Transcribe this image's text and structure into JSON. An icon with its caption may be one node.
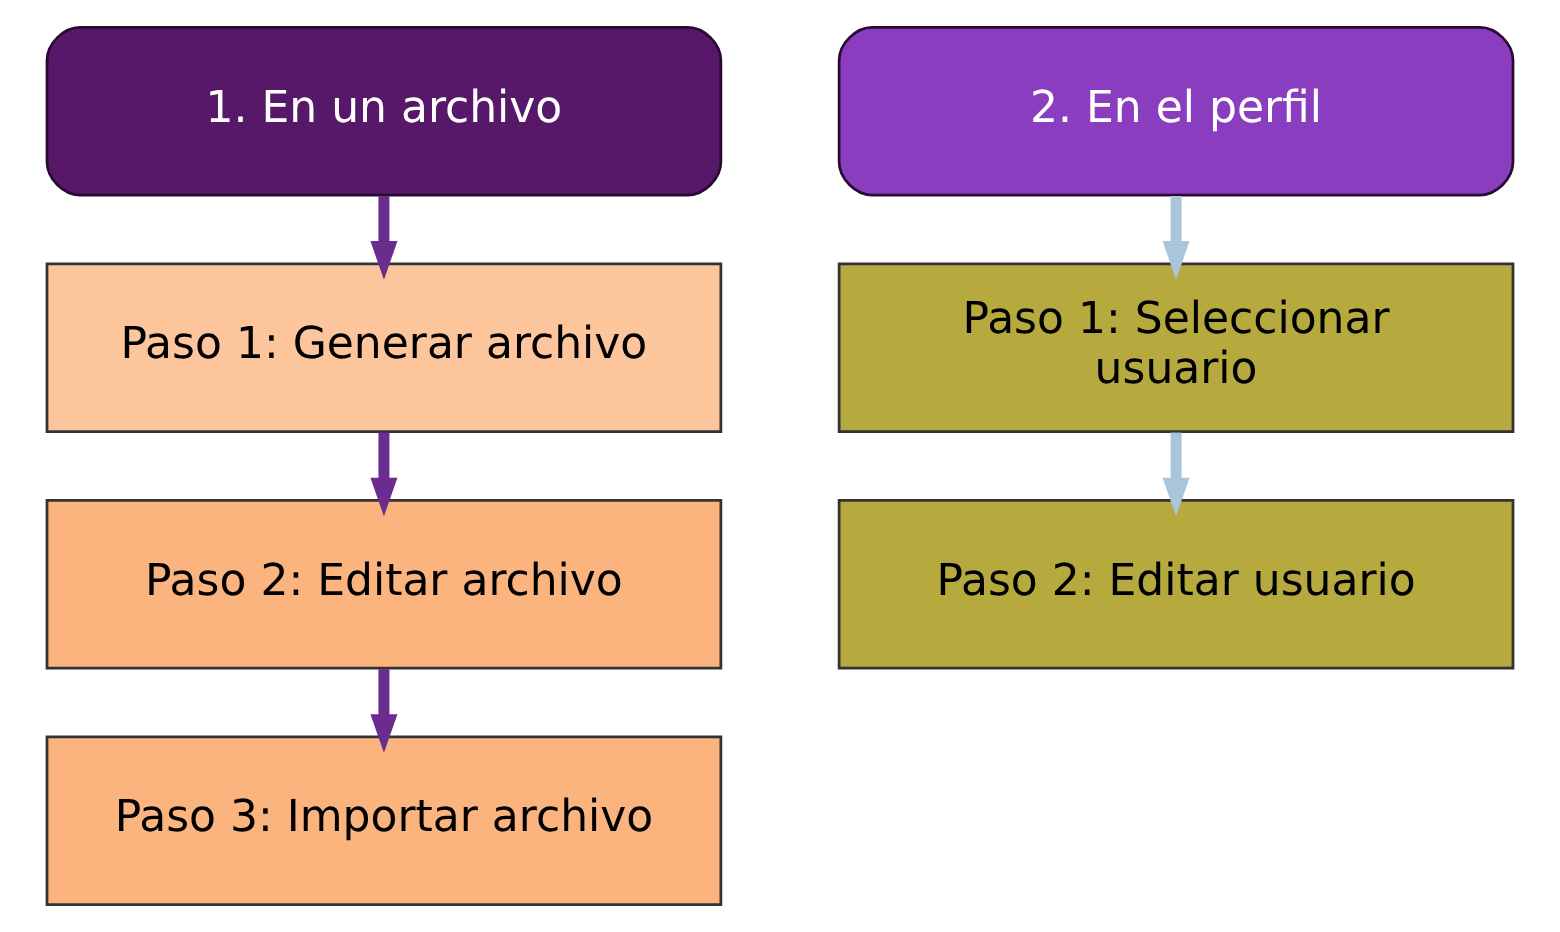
{
  "diagram": {
    "nodes": [
      {
        "text": [
          "1. En un archivo"
        ]
      },
      {
        "text": [
          "Paso 1: Generar archivo"
        ]
      },
      {
        "text": [
          "Paso 2: Editar archivo"
        ]
      },
      {
        "text": [
          "Paso 3: Importar archivo"
        ]
      },
      {
        "text": [
          "2. En el perfil"
        ]
      },
      {
        "text": [
          "Paso 1: Seleccionar usuario"
        ]
      },
      {
        "text": [
          "Paso 2: Editar usuario"
        ]
      }
    ],
    "edges": [
      {
        "from": 0,
        "to": 1,
        "arrow": "to"
      },
      {
        "from": 1,
        "to": 2,
        "arrow": "to"
      },
      {
        "from": 2,
        "to": 3,
        "arrow": "to"
      },
      {
        "from": 4,
        "to": 5,
        "arrow": "to",
        "color": "#a9c5dc"
      },
      {
        "from": 5,
        "to": 6,
        "arrow": "to",
        "color": "#a9c5dc"
      }
    ]
  }
}
